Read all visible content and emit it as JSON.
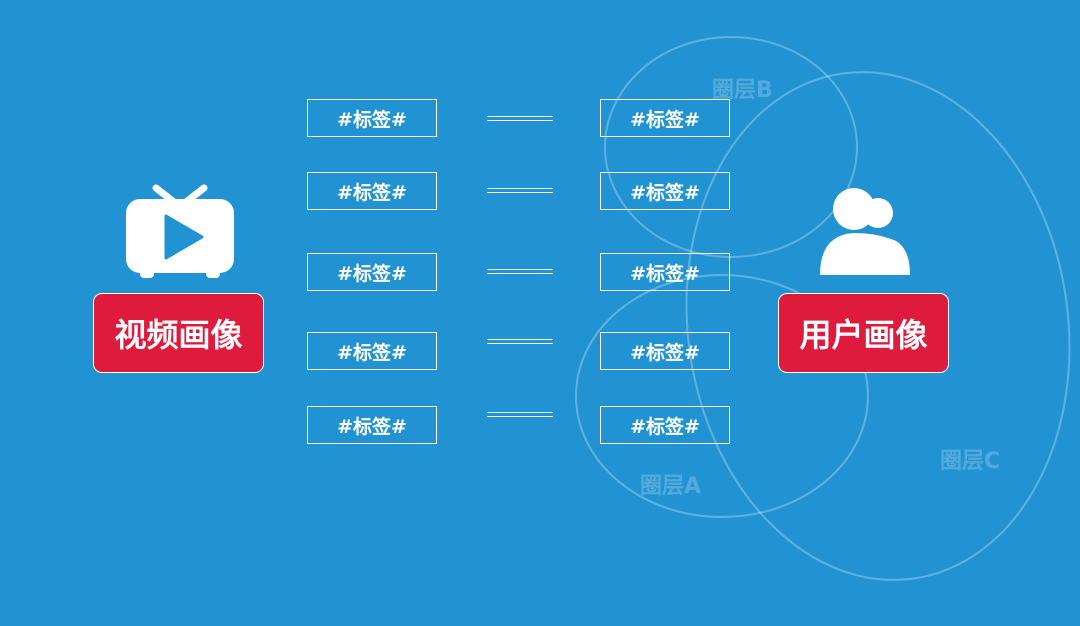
{
  "colors": {
    "background": "#2293d2",
    "label_red": "#de1b3c",
    "foreground": "#ffffff"
  },
  "left": {
    "icon": "tv-play-icon",
    "label": "视频画像"
  },
  "right": {
    "icon": "user-icon",
    "label": "用户画像"
  },
  "layers": {
    "a": "圈层A",
    "b": "圈层B",
    "c": "圈层C"
  },
  "rows": [
    {
      "left_tag": "#标签#",
      "right_tag": "#标签#"
    },
    {
      "left_tag": "#标签#",
      "right_tag": "#标签#"
    },
    {
      "left_tag": "#标签#",
      "right_tag": "#标签#"
    },
    {
      "left_tag": "#标签#",
      "right_tag": "#标签#"
    },
    {
      "left_tag": "#标签#",
      "right_tag": "#标签#"
    }
  ]
}
